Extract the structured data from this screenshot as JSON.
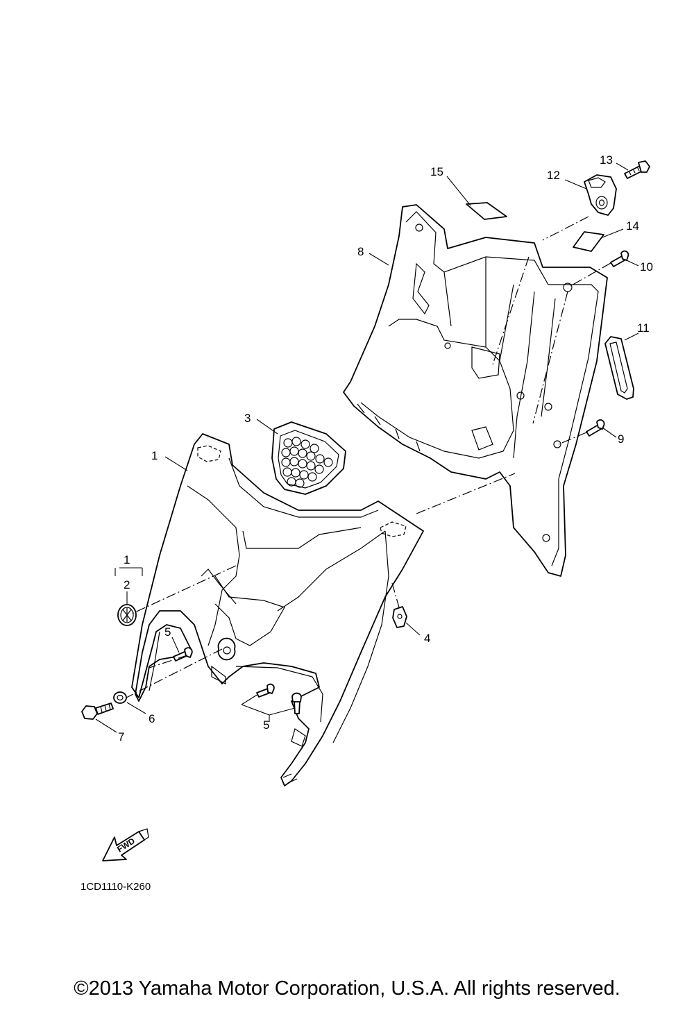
{
  "callouts": {
    "c1a": "1",
    "c1b": "1",
    "c2": "2",
    "c3": "3",
    "c4": "4",
    "c5a": "5",
    "c5b": "5",
    "c6": "6",
    "c7": "7",
    "c8": "8",
    "c9": "9",
    "c10": "10",
    "c11": "11",
    "c12": "12",
    "c13": "13",
    "c14": "14",
    "c15": "15"
  },
  "fwd_label": "FWD",
  "diagram_code": "1CD1110-K260",
  "copyright": "©2013 Yamaha Motor Corporation, U.S.A. All rights reserved."
}
